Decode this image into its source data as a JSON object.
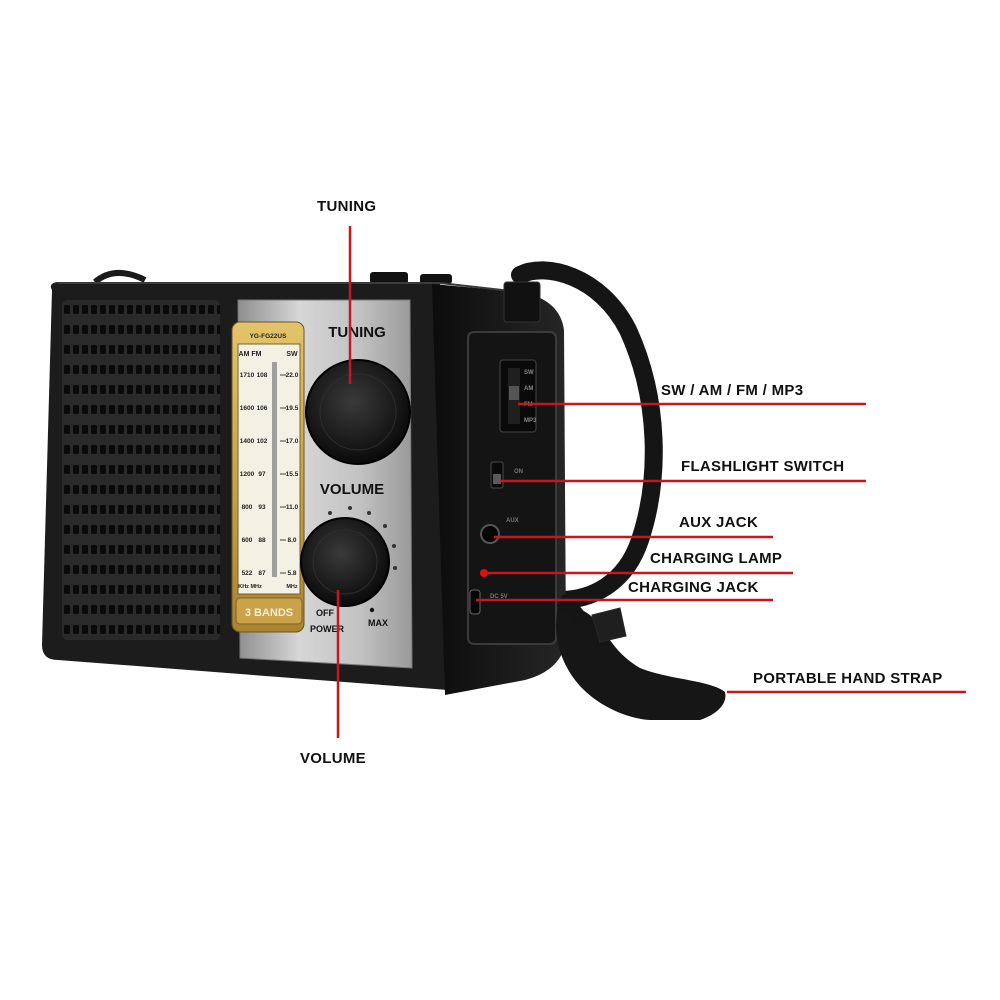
{
  "device": {
    "model": "YG-FG22US",
    "tuning_label": "TUNING",
    "volume_label": "VOLUME",
    "off_label": "OFF",
    "power_label": "POWER",
    "max_label": "MAX",
    "bands_badge": "3 BANDS",
    "dial_header_left": "AM FM",
    "dial_header_right": "SW",
    "dial_rows": [
      {
        "am": "1710",
        "fm": "108",
        "sw": "22.0"
      },
      {
        "am": "1600",
        "fm": "106",
        "sw": "19.5"
      },
      {
        "am": "1400",
        "fm": "102",
        "sw": "17.0"
      },
      {
        "am": "1200",
        "fm": "97",
        "sw": "15.5"
      },
      {
        "am": "800",
        "fm": "93",
        "sw": "11.0"
      },
      {
        "am": "600",
        "fm": "88",
        "sw": "8.0"
      },
      {
        "am": "522",
        "fm": "87",
        "sw": "5.8"
      }
    ],
    "dial_footer_left": "KHz MHz",
    "dial_footer_right": "MHz",
    "side_mode_labels": [
      "SW",
      "AM",
      "FM",
      "MP3"
    ],
    "side_on_label": "ON",
    "side_aux_label": "AUX",
    "side_dc_label": "DC 5V"
  },
  "callouts": {
    "tuning": "TUNING",
    "volume": "VOLUME",
    "band_switch": "SW / AM / FM / MP3",
    "flashlight_switch": "FLASHLIGHT SWITCH",
    "aux_jack": "AUX JACK",
    "charging_lamp": "CHARGING LAMP",
    "charging_jack": "CHARGING JACK",
    "hand_strap": "PORTABLE HAND STRAP"
  },
  "colors": {
    "callout_line": "#c8161e",
    "body": "#1c1c1c",
    "faceplate": "#b9b9b9",
    "dial_gold": "#c8a24a",
    "led": "#e01010"
  }
}
